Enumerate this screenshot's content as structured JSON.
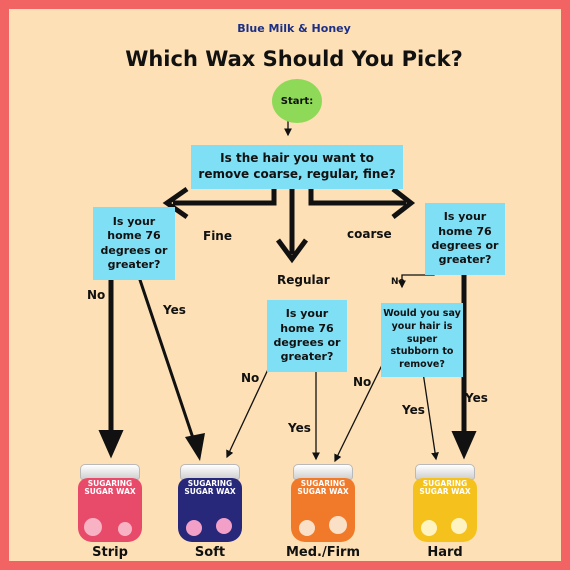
{
  "brand": "Blue Milk & Honey",
  "title": "Which Wax Should You Pick?",
  "start": "Start:",
  "nodes": {
    "main": "Is the hair you want to remove coarse, regular, fine?",
    "left": "Is your home 76 degrees or greater?",
    "mid": "Is your home 76 degrees or greater?",
    "right": "Is your home 76 degrees or greater?",
    "stubborn": "Would you say your hair is super stubborn to remove?"
  },
  "labels": {
    "fine": "Fine",
    "regular": "Regular",
    "coarse": "coarse",
    "left_no": "No",
    "left_yes": "Yes",
    "mid_no": "No",
    "mid_yes": "Yes",
    "right_no": "No",
    "right_yes": "Yes",
    "stub_no": "No",
    "stub_yes": "Yes"
  },
  "jar_text": "SUGARING SUGAR WAX",
  "products": [
    {
      "name": "Strip",
      "color": "#e84a6a",
      "accent": "#f7b2c4"
    },
    {
      "name": "Soft",
      "color": "#27287a",
      "accent": "#f2a0c8"
    },
    {
      "name": "Med./Firm",
      "color": "#f07a2a",
      "accent": "#fbe0c8"
    },
    {
      "name": "Hard",
      "color": "#f5c21d",
      "accent": "#fff3c2"
    }
  ],
  "colors": {
    "border": "#f26464",
    "background": "#fde0b5",
    "box": "#7fdff5",
    "start": "#8ed957"
  }
}
